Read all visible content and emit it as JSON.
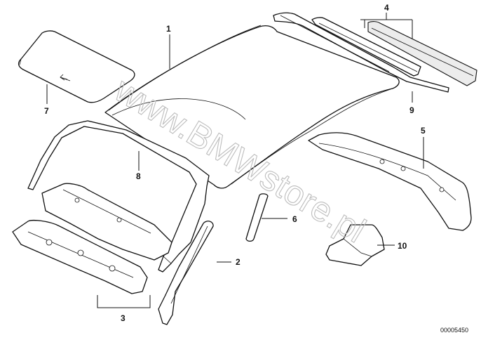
{
  "callouts": {
    "roof": "1",
    "pillar": "2",
    "panels": "3",
    "strips": "4",
    "rear_frame": "5",
    "tube": "6",
    "sunroof": "7",
    "seal": "8",
    "moulding": "9",
    "bracket": "10"
  },
  "reference_number": "00005450",
  "watermark": "www.BMWstore.pl",
  "colors": {
    "line": "#111111",
    "fill": "#ffffff",
    "watermark": "#bdbdbd"
  }
}
